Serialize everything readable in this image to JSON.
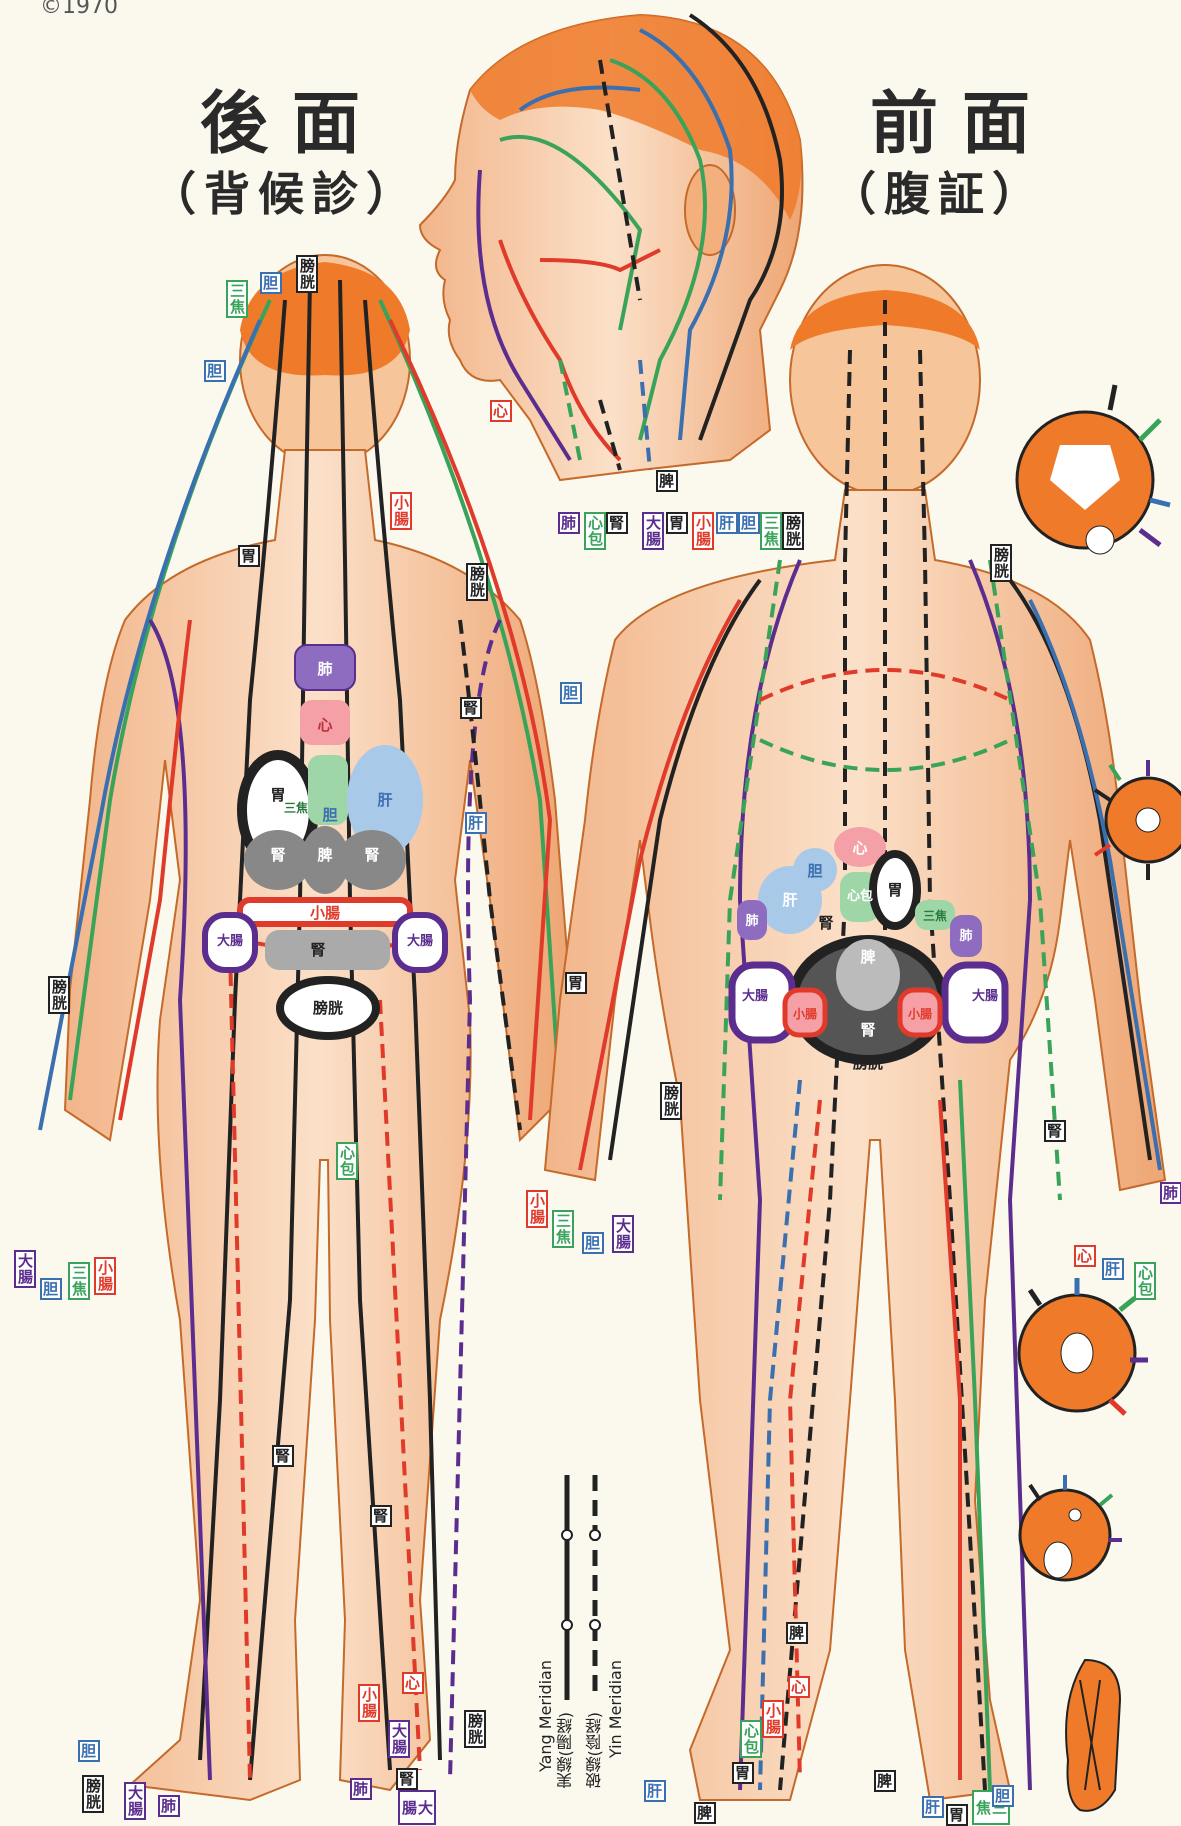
{
  "copyright": "©1970",
  "titles": {
    "back_title": "後面",
    "back_subtitle": "（背候診）",
    "front_title": "前面",
    "front_subtitle": "（腹証）"
  },
  "legend": {
    "solid_label": "実線(陽経)",
    "solid_en": "Yang Meridian",
    "dashed_label": "破線(陰経)",
    "dashed_en": "Yin Meridian"
  },
  "colors": {
    "skin": "#f7c59a",
    "skin_shadow": "#e89a5e",
    "hair": "#ef7a2a",
    "black": "#222222",
    "red": "#e03a2a",
    "green": "#3aa35a",
    "blue": "#3a6fb0",
    "purple": "#5b2d8e",
    "orange": "#f08a30"
  },
  "back_tags": [
    {
      "text": "膀胱",
      "color": "#222222"
    },
    {
      "text": "胆",
      "color": "#3a6fb0"
    },
    {
      "text": "三焦",
      "color": "#3aa35a"
    },
    {
      "text": "胆",
      "color": "#3a6fb0"
    },
    {
      "text": "小腸",
      "color": "#e03a2a"
    },
    {
      "text": "胃",
      "color": "#222222"
    },
    {
      "text": "膀胱",
      "color": "#222222"
    },
    {
      "text": "腎",
      "color": "#222222"
    },
    {
      "text": "胆",
      "color": "#3a6fb0"
    },
    {
      "text": "肝",
      "color": "#3a6fb0"
    },
    {
      "text": "膀胱",
      "color": "#222222"
    },
    {
      "text": "大腸",
      "color": "#5b2d8e"
    },
    {
      "text": "胆",
      "color": "#3a6fb0"
    },
    {
      "text": "三焦",
      "color": "#3aa35a"
    },
    {
      "text": "小腸",
      "color": "#e03a2a"
    },
    {
      "text": "腎",
      "color": "#222222"
    },
    {
      "text": "腎",
      "color": "#222222"
    },
    {
      "text": "心包",
      "color": "#3aa35a"
    },
    {
      "text": "心",
      "color": "#e03a2a"
    },
    {
      "text": "小腸",
      "color": "#e03a2a"
    },
    {
      "text": "大腸",
      "color": "#5b2d8e"
    },
    {
      "text": "膀胱",
      "color": "#222222"
    },
    {
      "text": "胆",
      "color": "#3a6fb0"
    },
    {
      "text": "膀胱",
      "color": "#222222"
    },
    {
      "text": "大腸",
      "color": "#5b2d8e"
    },
    {
      "text": "肺",
      "color": "#5b2d8e"
    },
    {
      "text": "腎",
      "color": "#222222"
    },
    {
      "text": "大腸",
      "color": "#5b2d8e"
    },
    {
      "text": "肺",
      "color": "#5b2d8e"
    }
  ],
  "head_tags": [
    {
      "text": "心",
      "color": "#e03a2a"
    },
    {
      "text": "脾",
      "color": "#222222"
    },
    {
      "text": "肺",
      "color": "#5b2d8e"
    },
    {
      "text": "心包",
      "color": "#3aa35a"
    },
    {
      "text": "腎",
      "color": "#222222"
    },
    {
      "text": "大腸",
      "color": "#5b2d8e"
    },
    {
      "text": "胃",
      "color": "#222222"
    },
    {
      "text": "小腸",
      "color": "#e03a2a"
    },
    {
      "text": "肝",
      "color": "#3a6fb0"
    },
    {
      "text": "胆",
      "color": "#3a6fb0"
    },
    {
      "text": "三焦",
      "color": "#3aa35a"
    },
    {
      "text": "膀胱",
      "color": "#222222"
    }
  ],
  "front_tags": [
    {
      "text": "膀胱",
      "color": "#222222"
    },
    {
      "text": "胃",
      "color": "#222222"
    },
    {
      "text": "膀胱",
      "color": "#222222"
    },
    {
      "text": "小腸",
      "color": "#e03a2a"
    },
    {
      "text": "三焦",
      "color": "#3aa35a"
    },
    {
      "text": "胆",
      "color": "#3a6fb0"
    },
    {
      "text": "大腸",
      "color": "#5b2d8e"
    },
    {
      "text": "腎",
      "color": "#222222"
    },
    {
      "text": "心",
      "color": "#e03a2a"
    },
    {
      "text": "肝",
      "color": "#3a6fb0"
    },
    {
      "text": "心包",
      "color": "#3aa35a"
    },
    {
      "text": "肺",
      "color": "#5b2d8e"
    },
    {
      "text": "脾",
      "color": "#222222"
    },
    {
      "text": "心",
      "color": "#e03a2a"
    },
    {
      "text": "小腸",
      "color": "#e03a2a"
    },
    {
      "text": "心包",
      "color": "#3aa35a"
    },
    {
      "text": "胃",
      "color": "#222222"
    },
    {
      "text": "肝",
      "color": "#3a6fb0"
    },
    {
      "text": "脾",
      "color": "#222222"
    },
    {
      "text": "脾",
      "color": "#222222"
    },
    {
      "text": "肝",
      "color": "#3a6fb0"
    },
    {
      "text": "胃",
      "color": "#222222"
    },
    {
      "text": "三焦",
      "color": "#3aa35a"
    },
    {
      "text": "胆",
      "color": "#3a6fb0"
    }
  ],
  "back_organs": {
    "lung": "肺",
    "heart": "心",
    "stomach": "胃",
    "triple": "三焦",
    "gall": "胆",
    "liver": "肝",
    "kidney_l": "腎",
    "spleen": "脾",
    "kidney_r": "腎",
    "small_int": "小腸",
    "kidney_low": "腎",
    "large_int_l": "大腸",
    "large_int_r": "大腸",
    "bladder": "膀胱"
  },
  "front_organs": {
    "heart": "心",
    "gall": "胆",
    "liver": "肝",
    "pericardium": "心包",
    "stomach": "胃",
    "lung_l": "肺",
    "triple": "三焦",
    "lung_r": "肺",
    "kidney": "腎",
    "spleen": "脾",
    "large_int_l": "大腸",
    "large_int_r": "大腸",
    "small_int_l": "小腸",
    "small_int_r": "小腸",
    "kidney_low": "腎",
    "bladder": "膀胱"
  }
}
